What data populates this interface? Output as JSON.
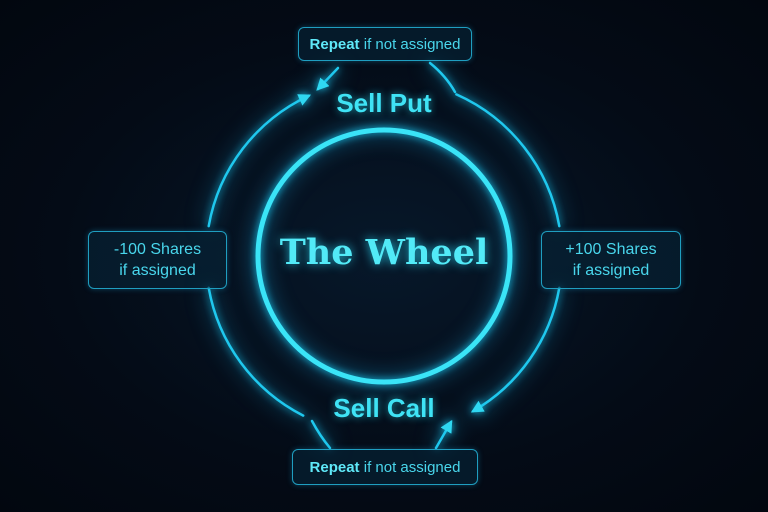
{
  "title": "The Wheel",
  "nodes": {
    "top": "Sell Put",
    "bottom": "Sell Call"
  },
  "boxes": {
    "top": {
      "strong": "Repeat",
      "rest": " if not assigned"
    },
    "bottom": {
      "strong": "Repeat",
      "rest": " if not assigned"
    },
    "left": {
      "line1": "-100 Shares",
      "line2": "if assigned"
    },
    "right": {
      "line1": "+100 Shares",
      "line2": "if assigned"
    }
  },
  "colors": {
    "accent": "#22d3ee",
    "background": "#040b16"
  }
}
